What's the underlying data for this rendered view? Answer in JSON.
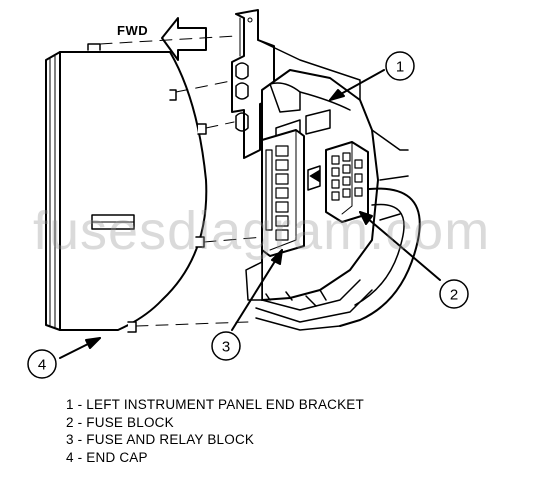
{
  "direction_label": "FWD",
  "watermark": "fusesdiagram.com",
  "callouts": [
    {
      "number": "1"
    },
    {
      "number": "2"
    },
    {
      "number": "3"
    },
    {
      "number": "4"
    }
  ],
  "legend": [
    {
      "text": "1 - LEFT INSTRUMENT PANEL END BRACKET"
    },
    {
      "text": "2 - FUSE BLOCK"
    },
    {
      "text": "3 - FUSE AND RELAY BLOCK"
    },
    {
      "text": "4 - END CAP"
    }
  ]
}
